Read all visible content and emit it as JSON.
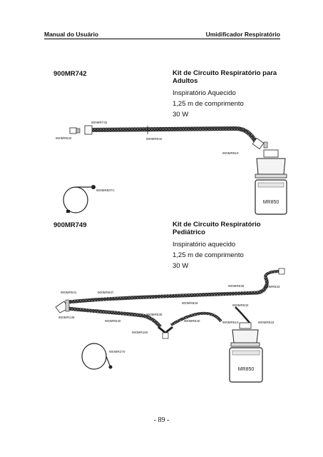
{
  "header": {
    "left": "Manual do Usuário",
    "right": "Umidificador Respiratório"
  },
  "kits": [
    {
      "code": "900MR742",
      "title_line1": "Kit de Circuito Respiratório para",
      "title_line2": "Adultos",
      "details": [
        "Inspiratório Aquecido",
        "1,25 m de comprimento",
        "30 W"
      ],
      "figure_labels": {
        "top_tube": "900MR742",
        "left_adapter": "900MR532",
        "mid": "900MR04s",
        "chamber": "900MR810",
        "probe": "900MR807C",
        "device": "MR850"
      }
    },
    {
      "code": "900MR749",
      "title_line1": "Kit de Circuito Respiratório",
      "title_line2": "Pediátrico",
      "details": [
        "Inspiratório aquecido",
        "1,25 m de comprimento",
        "30 W"
      ],
      "figure_labels": {
        "a": "900MR531",
        "b": "900MR847",
        "c": "900MR829",
        "d": "900MR138",
        "e": "900MR540",
        "f": "900MR535",
        "g": "900MR540",
        "h": "900MR536",
        "i": "900MR533",
        "j": "900MR532",
        "k": "900MR810",
        "l": "900MR533",
        "m": "900MR150",
        "n": "900MR270",
        "device": "MR850"
      }
    }
  ],
  "footer": {
    "page": "- 89 -"
  }
}
